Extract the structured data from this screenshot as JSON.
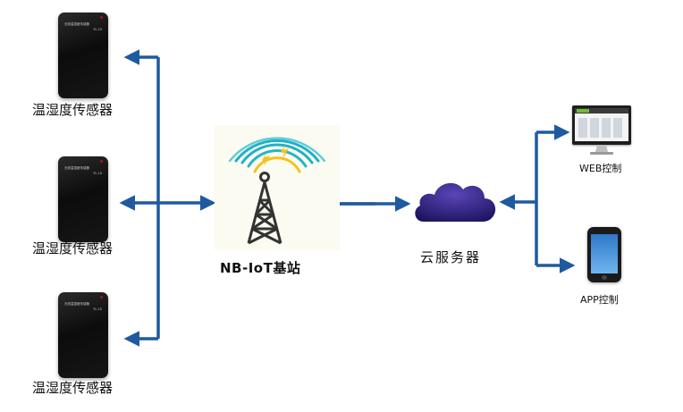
{
  "sensors": [
    {
      "label": "温湿度传感器",
      "screen_text": "无线温湿度传感器",
      "model": "YL-10"
    },
    {
      "label": "温湿度传感器",
      "screen_text": "无线温湿度传感器",
      "model": "YL-10"
    },
    {
      "label": "温湿度传感器",
      "screen_text": "无线温湿度传感器",
      "model": "YL-10"
    }
  ],
  "base_station": {
    "label": "NB-IoT基站"
  },
  "cloud": {
    "label": "云服务器"
  },
  "clients": {
    "web": {
      "label": "WEB控制"
    },
    "app": {
      "label": "APP控制"
    }
  },
  "colors": {
    "arrow": "#1f5aa0",
    "cloud_dark": "#1d1560",
    "cloud_light": "#5a45b8",
    "tower": "#333333",
    "signal_inner": "#f4c21c",
    "signal_outer": "#19b3c9"
  }
}
